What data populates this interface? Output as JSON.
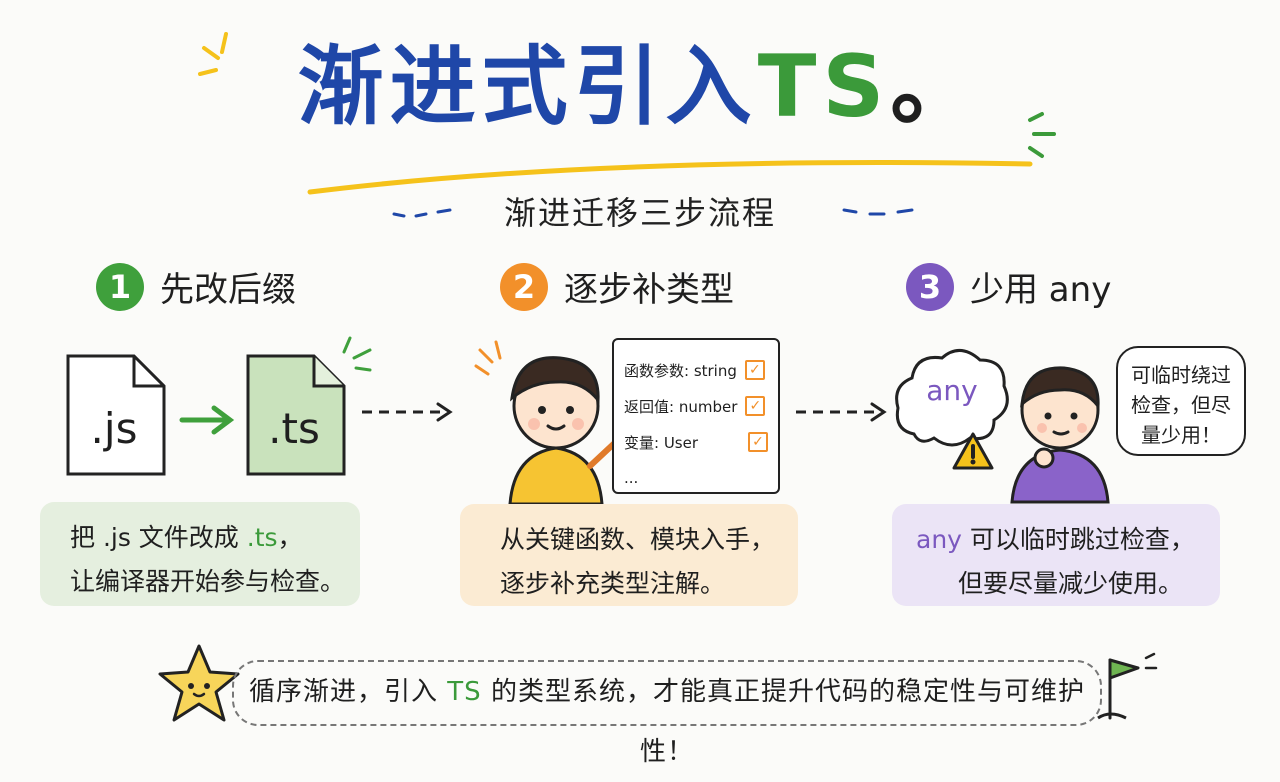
{
  "header": {
    "title_zh": "渐进式引入",
    "title_ts": "TS",
    "title_end": "。",
    "subtitle": "渐进迁移三步流程"
  },
  "steps": [
    {
      "number": "1",
      "title": "先改后缀",
      "file_from": ".js",
      "file_to": ".ts",
      "desc_line1_a": "把 .js 文件改成 ",
      "desc_line1_kw": ".ts",
      "desc_line1_b": "，",
      "desc_line2": "让编译器开始参与检查。"
    },
    {
      "number": "2",
      "title": "逐步补类型",
      "checklist": [
        "函数参数: string",
        "返回值: number",
        "变量: User"
      ],
      "checklist_more": "...",
      "desc_line1": "从关键函数、模块入手，",
      "desc_line2": "逐步补充类型注解。"
    },
    {
      "number": "3",
      "title": "少用 any",
      "cloud_word": "any",
      "speech": "可临时绕过检查，但尽量少用！",
      "desc_line1_kw": "any",
      "desc_line1_b": " 可以临时跳过检查，",
      "desc_line2": "但要尽量减少使用。"
    }
  ],
  "footer": {
    "text_a": "循序渐进，引入 ",
    "text_kw": "TS",
    "text_b": " 的类型系统，才能真正提升代码的稳定性与可维护性！"
  },
  "colors": {
    "title_blue": "#1f47a8",
    "ts_green": "#3b9a3a",
    "step1_green": "#3fa03c",
    "step2_orange": "#f2902a",
    "step3_purple": "#7b58bf",
    "highlight_yellow": "#f5c21b"
  },
  "icons": [
    "sparkle-icon",
    "file-icon",
    "arrow-right-icon",
    "check-icon",
    "warning-icon",
    "star-icon",
    "flag-icon",
    "cloud-icon"
  ]
}
